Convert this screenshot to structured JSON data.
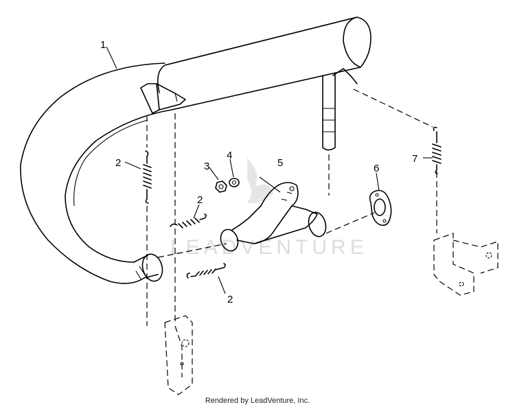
{
  "diagram": {
    "callouts": {
      "c1": "1",
      "c2a": "2",
      "c2b": "2",
      "c2c": "2",
      "c3": "3",
      "c4": "4",
      "c5": "5",
      "c6": "6",
      "c7": "7"
    },
    "watermark": "LEADVENTURE"
  },
  "footer": {
    "credit": "Rendered by LeadVenture, Inc."
  }
}
